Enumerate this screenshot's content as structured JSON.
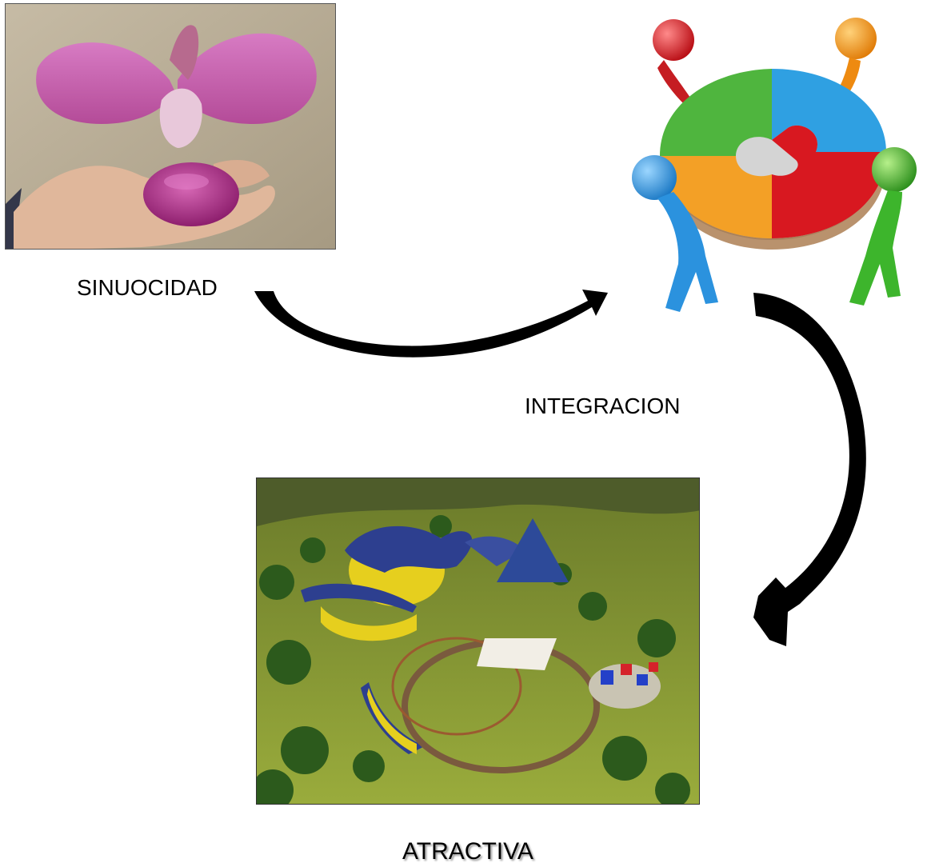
{
  "labels": {
    "sinuocidad": "SINUOCIDAD",
    "integracion": "INTEGRACION",
    "atractiva": "ATRACTIVA"
  },
  "images": {
    "orchid": "orchid-photo",
    "team": "puzzle-team-figures",
    "park": "park-3d-render"
  },
  "colors": {
    "arrow": "#000000",
    "petal": "#c0559e",
    "puzzle_green": "#3fae3a",
    "puzzle_blue": "#2f9fe0",
    "puzzle_orange": "#f39a1e",
    "puzzle_red": "#d8131b",
    "roof_blue": "#2d3f8f",
    "wall_yellow": "#e6cf1e",
    "grass": "#8ea23a"
  }
}
